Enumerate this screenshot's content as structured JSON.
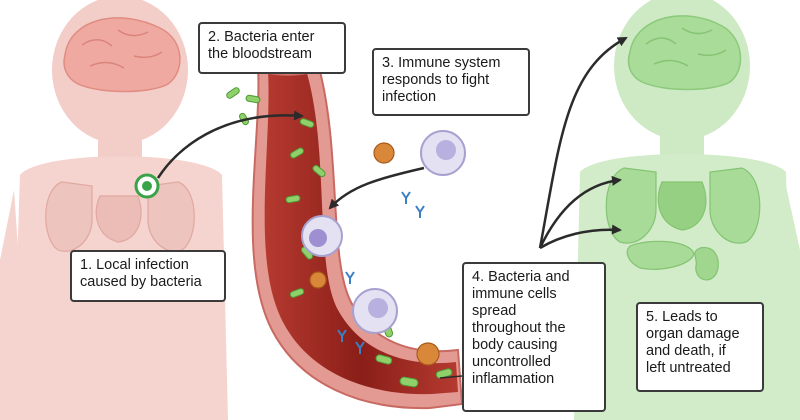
{
  "callouts": {
    "step1": "1. Local infection\ncaused by bacteria",
    "step2": "2. Bacteria enter\nthe bloodstream",
    "step3": "3. Immune system\nresponds to fight\ninfection",
    "step4": "4. Bacteria and\nimmune cells\nspread\nthroughout the\nbody causing\nuncontrolled\ninflammation",
    "step5": "5. Leads to\norgan damage\nand death, if\nleft untreated"
  },
  "colors": {
    "healthy_body": "#f3c9c4",
    "affected_body": "#c8e8c0",
    "vessel_outer": "#d9807c",
    "vessel_inner": "#7a1a16",
    "bacteria": "#8fd06a",
    "immune_cell": "#c9c4e6",
    "arrow": "#2b2b2b"
  }
}
